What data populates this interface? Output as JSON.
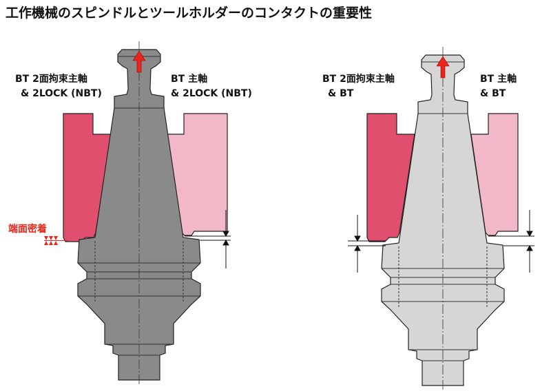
{
  "title": "工作機械のスピンドルとツールホルダーのコンタクトの重要性",
  "left": {
    "label_left_1": "BT 2面拘束主軸",
    "label_left_2": "& 2LOCK (NBT)",
    "label_right_1": "BT 主軸",
    "label_right_2": "& 2LOCK (NBT)",
    "contact_label": "端面密着"
  },
  "right": {
    "label_left_1": "BT 2面拘束主軸",
    "label_left_2": "& BT",
    "label_right_1": "BT 主軸",
    "label_right_2": "& BT"
  },
  "colors": {
    "spindle_dual_contact": "#e0506e",
    "spindle_bt": "#f3b8c8",
    "holder_nbt": "#8a8a8a",
    "holder_bt": "#d6d6d6",
    "accent": "#e8261c"
  }
}
